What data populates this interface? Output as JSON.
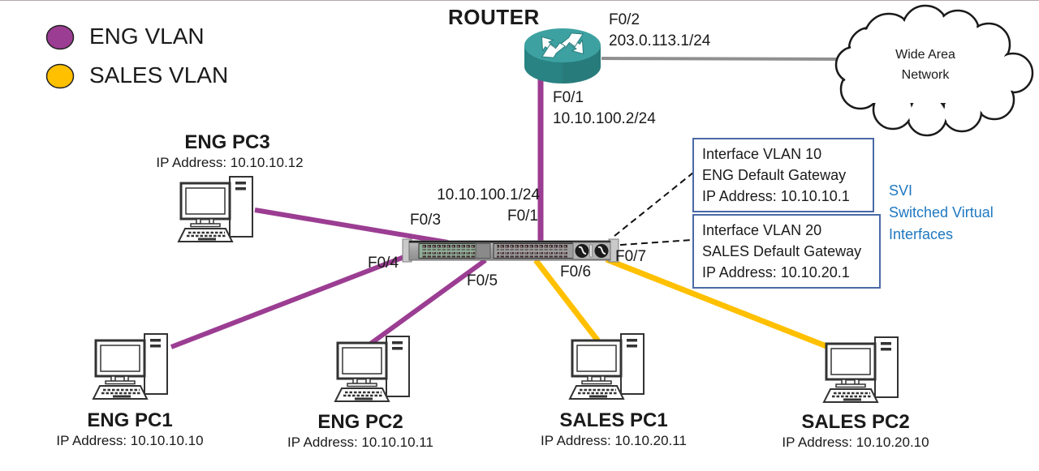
{
  "colors": {
    "eng_vlan": "#9b3d92",
    "sales_vlan": "#ffc000",
    "wan_link": "#8f8f8f",
    "svi_text_blue": "#1f78c1",
    "svi_box_border": "#4a69a5",
    "router_teal": "#2e8a8a"
  },
  "legend": {
    "items": [
      {
        "label": "ENG VLAN",
        "color": "#9b3d92"
      },
      {
        "label": "SALES VLAN",
        "color": "#ffc000"
      }
    ]
  },
  "router": {
    "label": "ROUTER",
    "wan_port": "F0/2",
    "wan_ip": "203.0.113.1/24",
    "lan_port": "F0/1",
    "lan_ip": "10.10.100.2/24"
  },
  "wan_cloud": {
    "label_line1": "Wide Area",
    "label_line2": "Network"
  },
  "switch": {
    "uplink_ip": "10.10.100.1/24",
    "uplink_port": "F0/1",
    "ports": {
      "f0_3": "F0/3",
      "f0_4": "F0/4",
      "f0_5": "F0/5",
      "f0_6": "F0/6",
      "f0_7": "F0/7"
    }
  },
  "svi": {
    "vlan10_box": {
      "line1": "Interface VLAN 10",
      "line2": "ENG Default Gateway",
      "line3": "IP Address: 10.10.10.1"
    },
    "vlan20_box": {
      "line1": "Interface VLAN 20",
      "line2": "SALES Default Gateway",
      "line3": "IP Address: 10.10.20.1"
    },
    "note": {
      "line1": "SVI",
      "line2": "Switched Virtual",
      "line3": "Interfaces"
    }
  },
  "pcs": [
    {
      "name": "ENG PC3",
      "ip": "IP Address: 10.10.10.12"
    },
    {
      "name": "ENG PC1",
      "ip": "IP Address: 10.10.10.10"
    },
    {
      "name": "ENG PC2",
      "ip": "IP Address: 10.10.10.11"
    },
    {
      "name": "SALES PC1",
      "ip": "IP Address: 10.10.20.11"
    },
    {
      "name": "SALES PC2",
      "ip": "IP Address: 10.10.20.10"
    }
  ]
}
